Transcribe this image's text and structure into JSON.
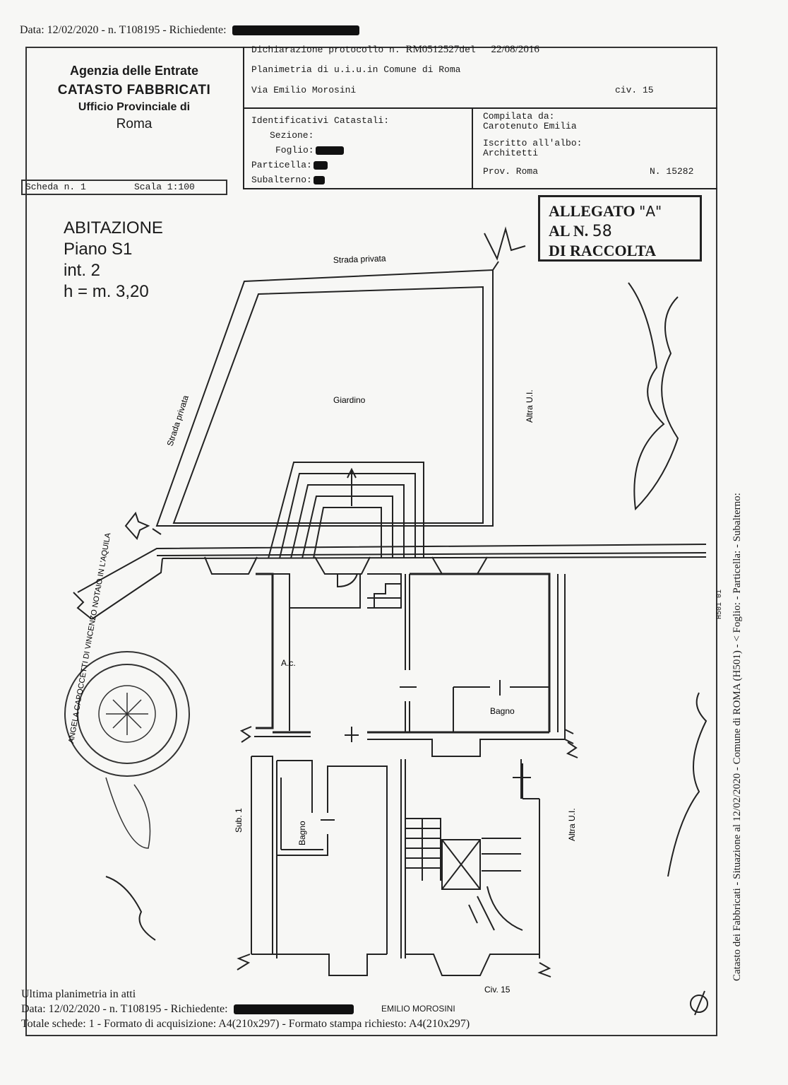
{
  "top_line": {
    "prefix": "Data: 12/02/2020 - n. T108195 - Richiedente:"
  },
  "office": {
    "agency": "Agenzia delle Entrate",
    "dept": "CATASTO FABBRICATI",
    "office": "Ufficio Provinciale di",
    "city": "Roma"
  },
  "declaration": {
    "protocol_label": "Dichiarazione protocollo n.",
    "protocol_number": "RM0512527",
    "date_label": "del",
    "date": "22/08/2016",
    "title": "Planimetria di u.i.u.in Comune di Roma",
    "address": "Via Emilio Morosini",
    "civic": "civ. 15"
  },
  "identifiers": {
    "heading": "Identificativi Catastali:",
    "sezione": "Sezione:",
    "foglio": "Foglio:",
    "particella": "Particella:",
    "subalterno": "Subalterno:"
  },
  "compiler": {
    "label": "Compilata da:",
    "name": "Carotenuto Emilia",
    "albo_label": "Iscritto all'albo:",
    "albo": "Architetti",
    "prov": "Prov. Roma",
    "number": "N. 15282"
  },
  "scheda": {
    "label": "Scheda n. 1",
    "scale": "Scala 1:100"
  },
  "allegato": {
    "line1": "ALLEGATO",
    "letter": "\"A\"",
    "line2": "AL N.",
    "number": "58",
    "line3": "DI RACCOLTA"
  },
  "unit": {
    "type": "ABITAZIONE",
    "floor": "Piano S1",
    "interior": "int. 2",
    "height": "h = m. 3,20"
  },
  "plan_labels": {
    "strada_top": "Strada privata",
    "strada_left": "Strada privata",
    "giardino": "Giardino",
    "altra_ui_1": "Altra U.I.",
    "altra_ui_2": "Altra U.I.",
    "ac": "A.c.",
    "bagno_1": "Bagno",
    "bagno_2": "Bagno",
    "sub": "Sub. 1",
    "civ": "Civ. 15"
  },
  "street_label": "EMILIO MOROSINI",
  "side_text": "Catasto dei Fabbricati - Situazione al 12/02/2020 - Comune di ROMA (H501) - < Foglio:     - Particella:     - Subalterno:",
  "side_code": "H501 01",
  "footer": {
    "line1": "Ultima planimetria in atti",
    "line2_prefix": "Data: 12/02/2020 - n. T108195 - Richiedente:",
    "line3": "Totale schede: 1 - Formato di acquisizione: A4(210x297)  - Formato stampa richiesto: A4(210x297)"
  },
  "stamp": {
    "ring_text": "ANGELA CAPOCCETTI DI VINCENZO NOTAIO IN L'AQUILA"
  }
}
